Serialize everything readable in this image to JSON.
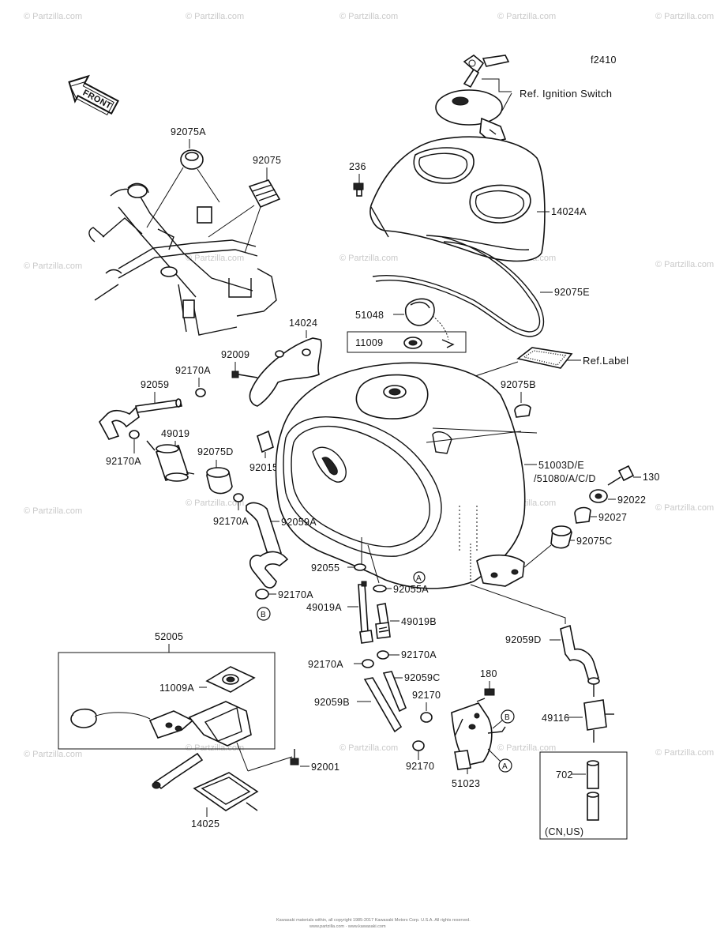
{
  "figure_code": "f2410",
  "front_label": "FRONT",
  "watermark": "© Partzilla.com",
  "footer_line1": "Kawasaki materials within, all copyright 1985-2017 Kawasaki Motors Corp. U.S.A. All rights reserved.",
  "footer_line2": "www.partzilla.com · www.kawasaki.com",
  "refs": {
    "ignition_switch": "Ref. Ignition Switch",
    "label": "Ref.Label"
  },
  "region_note": "(CN,US)",
  "circle_marks": {
    "a": "A",
    "b": "B"
  },
  "labels": {
    "p92075A": "92075A",
    "p92075": "92075",
    "p236": "236",
    "p14024A": "14024A",
    "p92075E": "92075E",
    "p51048": "51048",
    "p11009": "11009",
    "p14024": "14024",
    "p92009": "92009",
    "p92170A_1": "92170A",
    "p92059": "92059",
    "p49019": "49019",
    "p92170A_2": "92170A",
    "p92075D": "92075D",
    "p92015": "92015",
    "p92075B": "92075B",
    "p51003": "51003D/E",
    "p51080": "/51080/A/C/D",
    "p130": "130",
    "p92022": "92022",
    "p92027": "92027",
    "p92075C": "92075C",
    "p92170A_3": "92170A",
    "p92059A": "92059A",
    "p92055": "92055",
    "p92055A": "92055A",
    "p92170A_4": "92170A",
    "p49019A": "49019A",
    "p49019B": "49019B",
    "p52005": "52005",
    "p11009A": "11009A",
    "p92170A_5": "92170A",
    "p92170A_6": "92170A",
    "p92059C": "92059C",
    "p92059D": "92059D",
    "p92059B": "92059B",
    "p180": "180",
    "p92170_1": "92170",
    "p92170_2": "92170",
    "p49116": "49116",
    "p92001": "92001",
    "p51023": "51023",
    "p702": "702",
    "p14025": "14025"
  }
}
